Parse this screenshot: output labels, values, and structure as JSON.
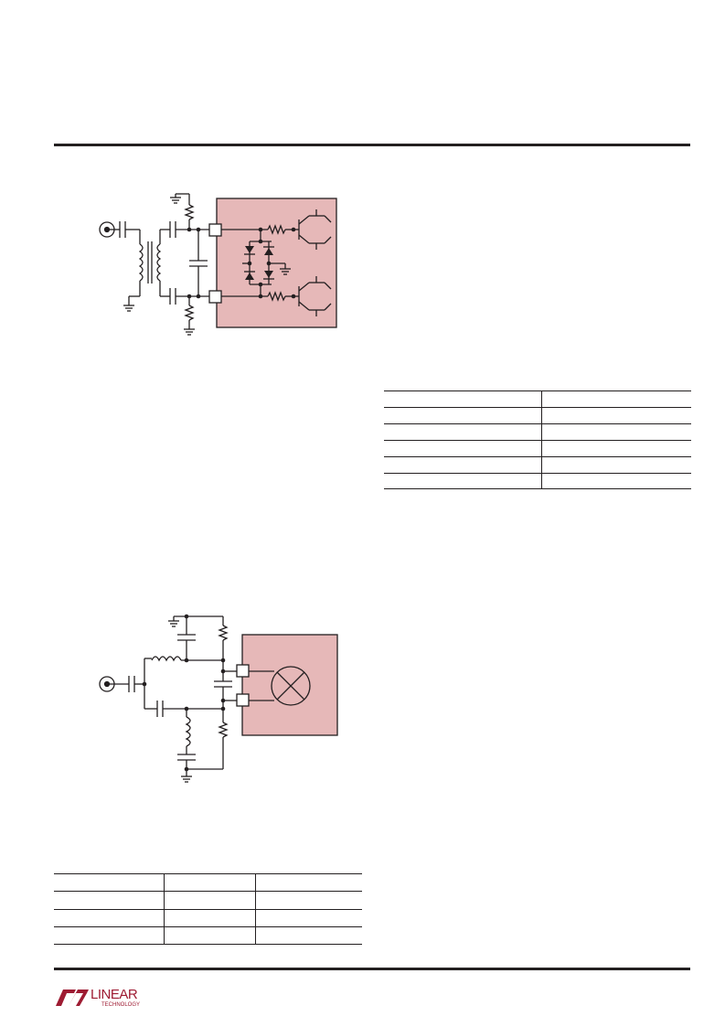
{
  "page": {
    "background": "#ffffff",
    "rule_color": "#231f20"
  },
  "colors": {
    "ic_fill": "#e6b8b8",
    "ink": "#231f20",
    "logo": "#9e1b32"
  },
  "figure1": {
    "kind": "schematic",
    "icons": [
      "coax-input-icon",
      "transformer-icon",
      "capacitor-icon",
      "resistor-icon",
      "diode-icon",
      "transistor-icon",
      "ground-icon"
    ]
  },
  "figure2": {
    "kind": "schematic",
    "icons": [
      "coax-input-icon",
      "inductor-icon",
      "capacitor-icon",
      "resistor-icon",
      "mixer-icon",
      "ground-icon"
    ]
  },
  "table_right": {
    "rows": 6,
    "columns": 2
  },
  "table_bottom": {
    "rows": 4,
    "columns": 3
  },
  "footer": {
    "logo_text": "LINEAR",
    "logo_subtext": "TECHNOLOGY"
  }
}
